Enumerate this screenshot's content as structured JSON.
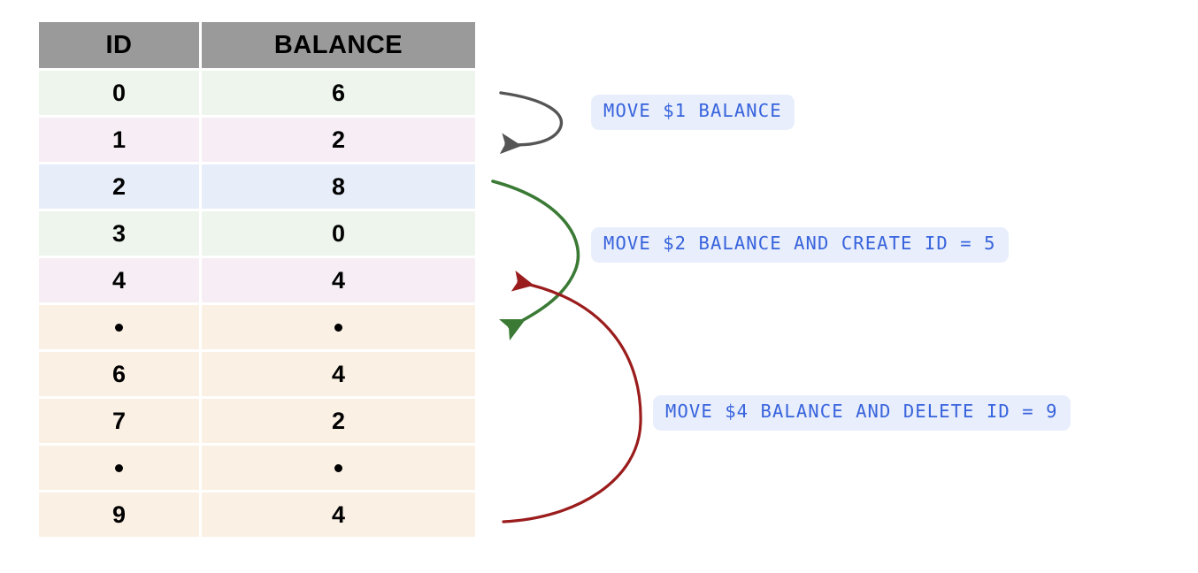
{
  "table": {
    "columns": [
      "ID",
      "BALANCE"
    ],
    "rows": [
      {
        "id": "0",
        "balance": "6",
        "tone": "mint"
      },
      {
        "id": "1",
        "balance": "2",
        "tone": "pink"
      },
      {
        "id": "2",
        "balance": "8",
        "tone": "blue"
      },
      {
        "id": "3",
        "balance": "0",
        "tone": "mint"
      },
      {
        "id": "4",
        "balance": "4",
        "tone": "pink"
      },
      {
        "id": "·",
        "balance": "·",
        "tone": "cream"
      },
      {
        "id": "6",
        "balance": "4",
        "tone": "cream"
      },
      {
        "id": "7",
        "balance": "2",
        "tone": "cream"
      },
      {
        "id": "·",
        "balance": "·",
        "tone": "cream"
      },
      {
        "id": "9",
        "balance": "4",
        "tone": "cream"
      }
    ]
  },
  "annotations": [
    {
      "label": "MOVE $1 BALANCE",
      "arrow_color": "#555555"
    },
    {
      "label": "MOVE $2 BALANCE AND CREATE ID = 5",
      "arrow_color": "#3a7a35"
    },
    {
      "label": "MOVE $4 BALANCE AND DELETE ID = 9",
      "arrow_color": "#9b1c1c"
    }
  ],
  "colors": {
    "header_bg": "#9a9a9a",
    "pill_bg": "#e8eefb",
    "pill_text": "#3763dd",
    "row_mint": "#edf5ed",
    "row_pink": "#f6eef4",
    "row_blue": "#e7eefa",
    "row_cream": "#faf0e3",
    "page_bg": "#ffffff"
  }
}
